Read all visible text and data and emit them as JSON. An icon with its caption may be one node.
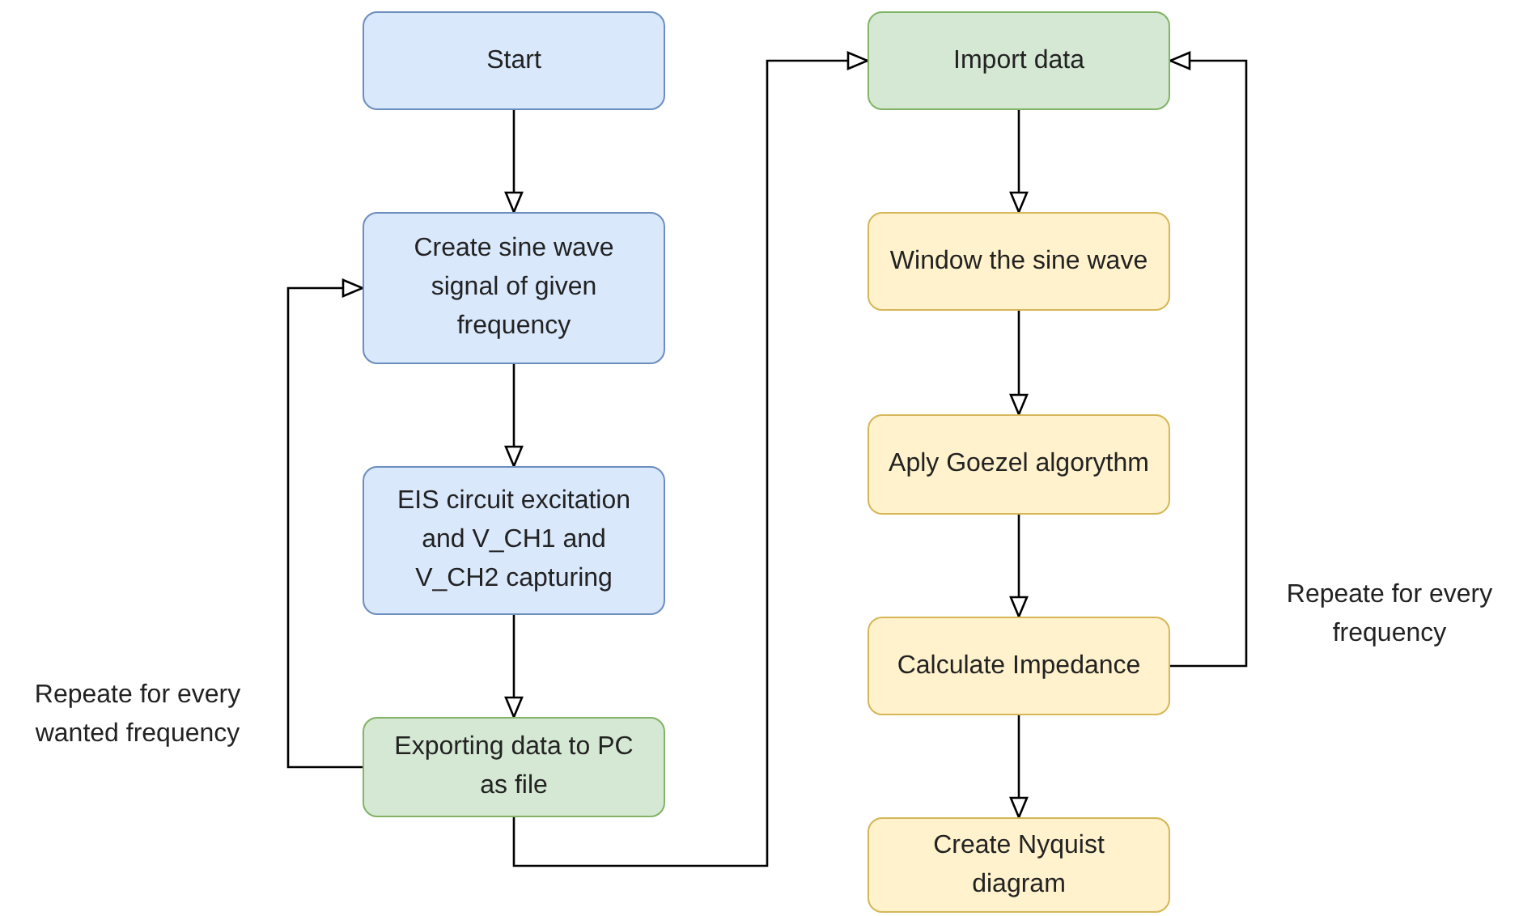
{
  "diagram": {
    "nodes": [
      {
        "text": [
          "Start"
        ]
      },
      {
        "text": [
          "Create sine wave signal of given frequency"
        ]
      },
      {
        "text": [
          "EIS circuit excitation and V_CH1 and V_CH2 capturing"
        ]
      },
      {
        "text": [
          "Exporting data to PC as file"
        ]
      },
      {
        "text": [
          "Import data"
        ]
      },
      {
        "text": [
          "Window the sine wave"
        ]
      },
      {
        "text": [
          "Aply Goezel algorythm"
        ]
      },
      {
        "text": [
          "Calculate Impedance"
        ]
      },
      {
        "text": [
          "Create Nyquist diagram"
        ]
      }
    ],
    "edges": [
      {
        "from": 0,
        "to": 1,
        "arrow": "to"
      },
      {
        "from": 1,
        "to": 2,
        "arrow": "to"
      },
      {
        "from": 2,
        "to": 3,
        "arrow": "to"
      },
      {
        "from": 3,
        "to": 1,
        "arrow": "to"
      },
      {
        "from": 3,
        "to": 4,
        "arrow": "to"
      },
      {
        "from": 4,
        "to": 5,
        "arrow": "to"
      },
      {
        "from": 5,
        "to": 6,
        "arrow": "to"
      },
      {
        "from": 6,
        "to": 7,
        "arrow": "to"
      },
      {
        "from": 7,
        "to": 8,
        "arrow": "to"
      },
      {
        "from": 7,
        "to": 4,
        "arrow": "to"
      }
    ],
    "labels": [
      "Repeate for every wanted frequency",
      "Repeate for every frequency"
    ]
  }
}
